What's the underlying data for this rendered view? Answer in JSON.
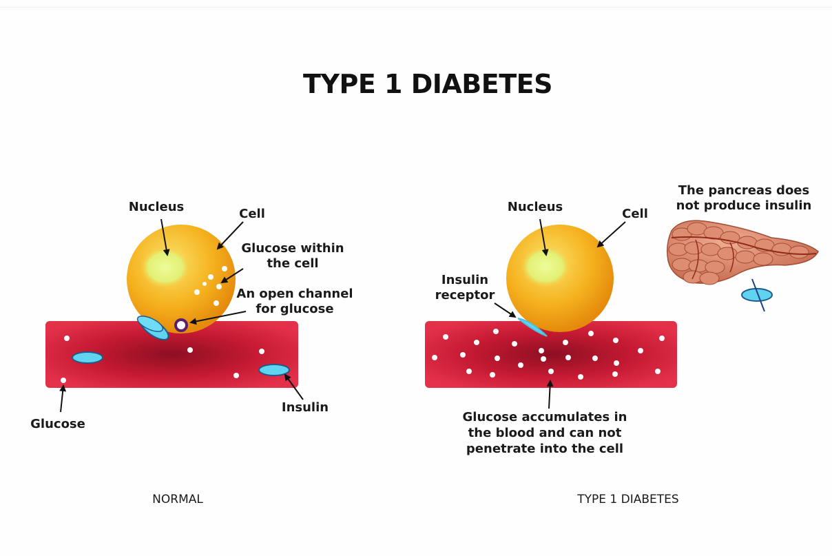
{
  "title": "TYPE 1 DIABETES",
  "normal": {
    "labels": {
      "nucleus": "Nucleus",
      "cell": "Cell",
      "glucose_within_1": "Glucose within",
      "glucose_within_2": "the cell",
      "open_channel_1": "An open channel",
      "open_channel_2": "for glucose",
      "insulin": "Insulin",
      "glucose": "Glucose"
    },
    "caption": "NORMAL"
  },
  "diabetes": {
    "labels": {
      "nucleus": "Nucleus",
      "cell": "Cell",
      "receptor_1": "Insulin",
      "receptor_2": "receptor",
      "pancreas_1": "The pancreas does",
      "pancreas_2": "not produce insulin",
      "accum_1": "Glucose accumulates in",
      "accum_2": "the blood and can not",
      "accum_3": "penetrate into the cell"
    },
    "caption": "TYPE 1 DIABETES"
  },
  "colors": {
    "blood": "#d6203a",
    "blood_dark": "#a0122a",
    "cell": "#f2a516",
    "nucleus": "#e8f57a",
    "insulin": "#5fd3f0",
    "pancreas": "#d9866b",
    "channel": "#5a1f6b"
  }
}
